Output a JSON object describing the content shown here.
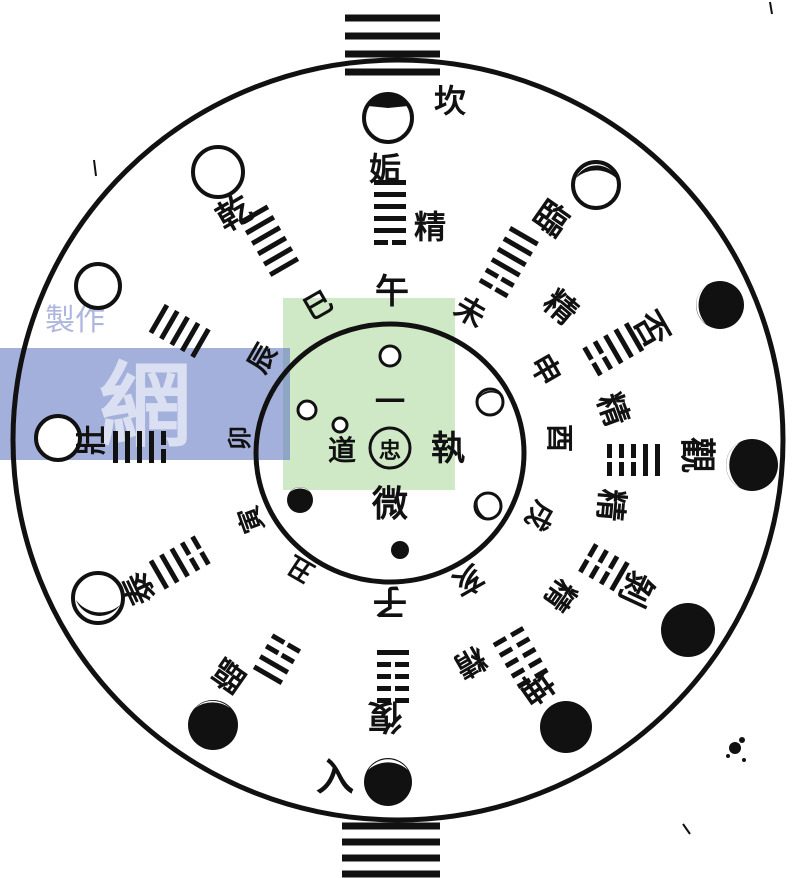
{
  "colors": {
    "ink": "#111111",
    "paper": "#ffffff",
    "watermark_blue": "#5a6fbf",
    "watermark_green": "#bfe2b4"
  },
  "center": {
    "mid_text": "一",
    "row_left": "道",
    "row_center": "忠",
    "row_right": "執",
    "bottom_text": "微"
  },
  "branches": {
    "wu": "午",
    "si": "巳",
    "chen": "辰",
    "mao": "卯",
    "yin": "寅",
    "chou": "丑",
    "zi": "子",
    "hai": "亥",
    "xu": "戌",
    "you": "酉",
    "shen": "申",
    "wei": "未"
  },
  "outer_labels": {
    "top": "坎",
    "upper_right": "臨",
    "right_upper": "否",
    "right": "觀",
    "right_lower": "剝",
    "lower_right": "坤",
    "bottom": "復",
    "lower_left": "臨",
    "left_lower": "泰",
    "left": "壯",
    "upper_left": "乾",
    "top_left": "姤"
  },
  "jing_label": "精",
  "bottom_left_text": "入",
  "watermark": {
    "text": "網",
    "sub": "製作"
  }
}
